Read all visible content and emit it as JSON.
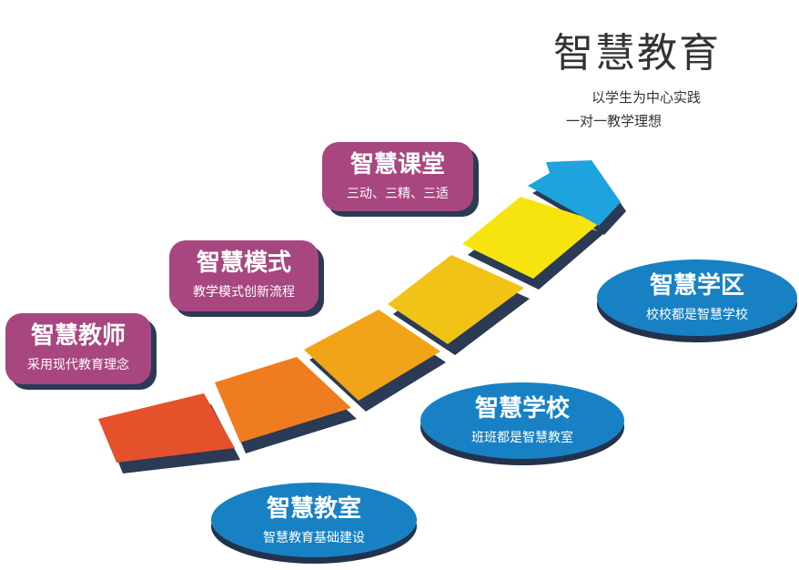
{
  "header": {
    "title": "智慧教育",
    "subtitle_1": "以学生为中心实践",
    "subtitle_2": "一对一教学理想"
  },
  "colors": {
    "box_purple": "#a8467f",
    "ellipse_blue": "#1781c4",
    "dark_shadow": "#2b3a55",
    "arrow_blue": "#1ea3de",
    "step_colors": [
      "#e5512a",
      "#ef7d1f",
      "#f1a418",
      "#f0c316",
      "#f7e40e"
    ]
  },
  "boxes": [
    {
      "id": "teacher",
      "title": "智慧教师",
      "desc": "采用现代教育理念"
    },
    {
      "id": "mode",
      "title": "智慧模式",
      "desc": "教学模式创新流程"
    },
    {
      "id": "classroom",
      "title": "智慧课堂",
      "desc": "三动、三精、三适"
    }
  ],
  "ellipses": [
    {
      "id": "room",
      "title": "智慧教室",
      "desc": "智慧教育基础建设"
    },
    {
      "id": "school",
      "title": "智慧学校",
      "desc": "班班都是智慧教室"
    },
    {
      "id": "district",
      "title": "智慧学区",
      "desc": "校校都是智慧学校"
    }
  ]
}
